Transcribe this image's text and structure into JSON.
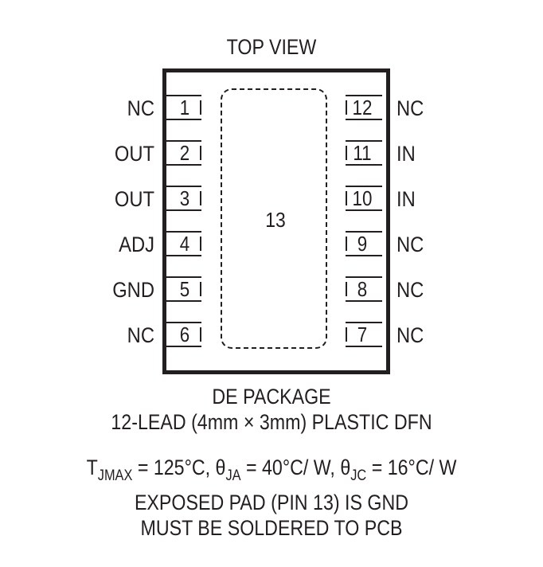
{
  "title": "TOP VIEW",
  "exposed_pad_number": "13",
  "pins_left": [
    {
      "num": "1",
      "label": "NC"
    },
    {
      "num": "2",
      "label": "OUT"
    },
    {
      "num": "3",
      "label": "OUT"
    },
    {
      "num": "4",
      "label": "ADJ"
    },
    {
      "num": "5",
      "label": "GND"
    },
    {
      "num": "6",
      "label": "NC"
    }
  ],
  "pins_right": [
    {
      "num": "12",
      "label": "NC"
    },
    {
      "num": "11",
      "label": "IN"
    },
    {
      "num": "10",
      "label": "IN"
    },
    {
      "num": "9",
      "label": "NC"
    },
    {
      "num": "8",
      "label": "NC"
    },
    {
      "num": "7",
      "label": "NC"
    }
  ],
  "package": {
    "name": "DE PACKAGE",
    "description": "12-LEAD (4mm × 3mm) PLASTIC DFN"
  },
  "thermal": {
    "tjmax_symbol": "T",
    "tjmax_sub": "JMAX",
    "tjmax_value": " = 125°C, ",
    "theta_ja_symbol": "θ",
    "theta_ja_sub": "JA",
    "theta_ja_value": " = 40°C/ W, ",
    "theta_jc_symbol": "θ",
    "theta_jc_sub": "JC",
    "theta_jc_value": " = 16°C/ W"
  },
  "notes": [
    "EXPOSED PAD (PIN 13) IS GND",
    "MUST BE SOLDERED TO PCB"
  ]
}
